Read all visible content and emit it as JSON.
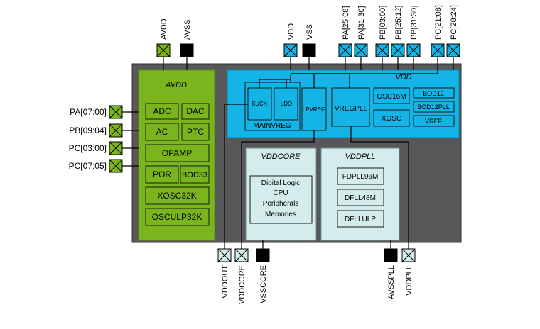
{
  "supply_pins_top": {
    "avdd": "AVDD",
    "avss": "AVSS",
    "vdd": "VDD",
    "vss": "VSS",
    "pa_25_08": "PA[25:08]",
    "pa_31_30": "PA[31:30]",
    "pb_03_00": "PB[03:00]",
    "pb_25_12": "PB[25:12]",
    "pb_31_30": "PB[31:30]",
    "pc_21_08": "PC[21:08]",
    "pc_28_24": "PC[28:24]"
  },
  "io_pins_left": {
    "pa_07_00": "PA[07:00]",
    "pb_09_04": "PB[09:04]",
    "pc_03_00": "PC[03:00]",
    "pc_07_05": "PC[07:05]"
  },
  "pins_bottom": {
    "vddout": "VDDOUT",
    "vddcore": "VDDCORE",
    "vsscore": "VSSCORE",
    "avsspll": "AVSSPLL",
    "vddpll": "VDDPLL"
  },
  "avdd_domain": {
    "title": "AVDD",
    "blocks": {
      "adc": "ADC",
      "dac": "DAC",
      "ac": "AC",
      "ptc": "PTC",
      "opamp": "OPAMP",
      "por": "POR",
      "bod33": "BOD33",
      "xosc32k": "XOSC32K",
      "osculp32k": "OSCULP32K"
    }
  },
  "vdd_domain": {
    "title": "VDD",
    "mainvreg": "MAINVREG",
    "buck": "BUCK",
    "ldo": "LDO",
    "lpvreg": "LPVREG",
    "vregpll": "VREGPLL",
    "osc16m": "OSC16M",
    "xosc": "XOSC",
    "bod12": "BOD12",
    "bod12pll": "BOD12PLL",
    "vref": "VREF"
  },
  "vddcore_domain": {
    "title": "VDDCORE",
    "lines": [
      "Digital Logic",
      "CPU",
      "Peripherals",
      "Memories"
    ]
  },
  "vddpll_domain": {
    "title": "VDDPLL",
    "fdpll96m": "FDPLL96M",
    "dfll48m": "DFLL48M",
    "dfllulp": "DFLLULP"
  },
  "colors": {
    "chip_body": "#58585a",
    "avdd_green": "#7ab51d",
    "vdd_blue": "#14b4e6",
    "core_cyan": "#d4ecec",
    "pin_ground": "#000000"
  }
}
